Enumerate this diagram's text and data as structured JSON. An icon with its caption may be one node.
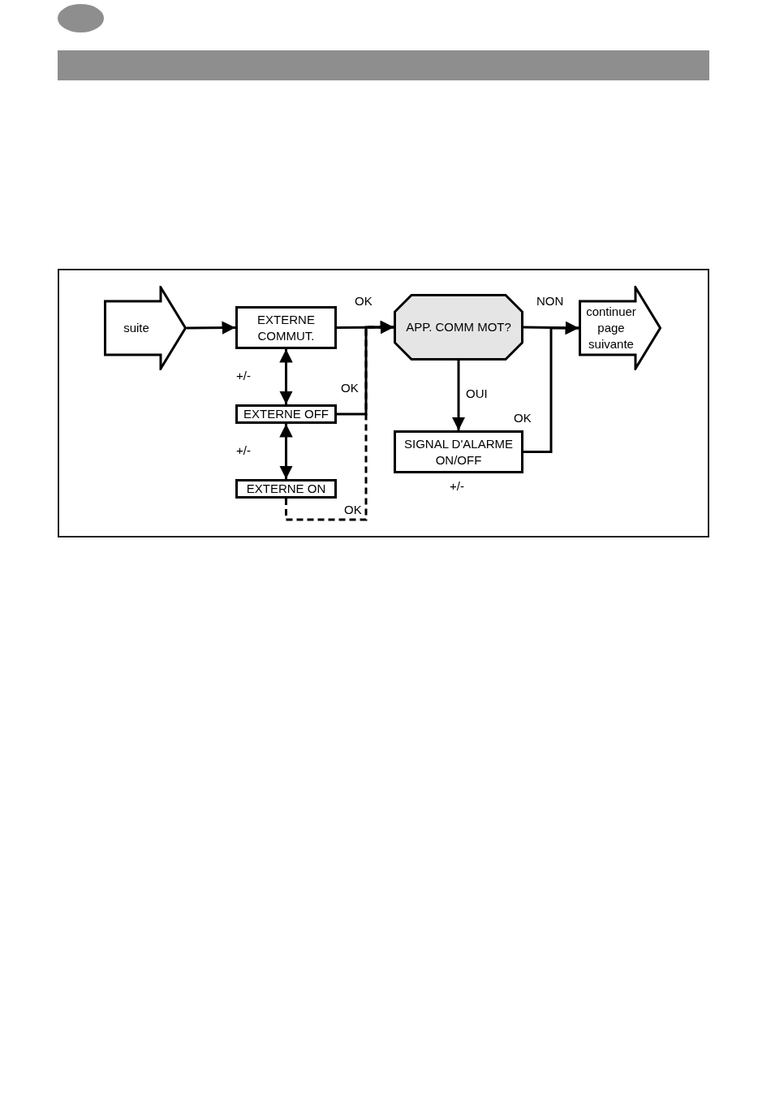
{
  "diagram": {
    "nodes": [
      {
        "text": [
          "suite"
        ]
      },
      {
        "text": [
          "EXTERNE COMMUT."
        ]
      },
      {
        "text": [
          "EXTERNE OFF"
        ]
      },
      {
        "text": [
          "EXTERNE ON"
        ]
      },
      {
        "text": [
          "APP. COMM MOT?"
        ]
      },
      {
        "text": [
          "continuer page suivante"
        ]
      },
      {
        "text": [
          "SIGNAL D'ALARME ON/OFF"
        ]
      }
    ],
    "edges": [
      {
        "from": 0,
        "to": 1,
        "arrow": "to"
      },
      {
        "from": 1,
        "to": 4,
        "arrow": "to",
        "label": "OK"
      },
      {
        "from": 1,
        "to": 2,
        "arrow": "both",
        "label": "+/-"
      },
      {
        "from": 2,
        "to": 3,
        "arrow": "both",
        "label": "+/-"
      },
      {
        "from": 2,
        "to": 4,
        "arrow": "to",
        "label": "OK"
      },
      {
        "from": 3,
        "to": 4,
        "arrow": "to",
        "label": "OK",
        "style": "dashed"
      },
      {
        "from": 4,
        "to": 5,
        "arrow": "to",
        "label": "NON"
      },
      {
        "from": 4,
        "to": 6,
        "arrow": "to",
        "label": "OUI"
      },
      {
        "from": 6,
        "to": 5,
        "arrow": "to",
        "label": "OK"
      }
    ],
    "labels": [
      "+/-"
    ]
  }
}
